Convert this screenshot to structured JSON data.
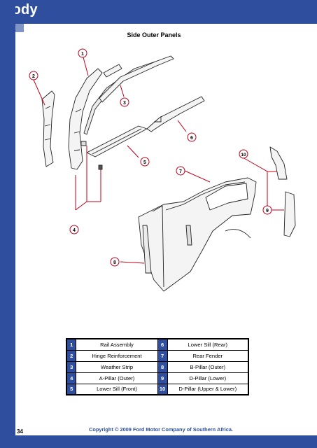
{
  "header": {
    "title": "Body"
  },
  "page_title": "Side Outer Panels",
  "callouts": [
    "1",
    "2",
    "3",
    "4",
    "5",
    "6",
    "7",
    "8",
    "9",
    "10"
  ],
  "parts": [
    {
      "left_num": "1",
      "left_name": "Rail Assembly",
      "right_num": "6",
      "right_name": "Lower Sill (Rear)"
    },
    {
      "left_num": "2",
      "left_name": "Hinge Reinforcement",
      "right_num": "7",
      "right_name": "Rear Fender"
    },
    {
      "left_num": "3",
      "left_name": "Weather Strip",
      "right_num": "8",
      "right_name": "B-Pillar (Outer)"
    },
    {
      "left_num": "4",
      "left_name": "A-Pillar (Outer)",
      "right_num": "9",
      "right_name": "D-Pillar (Lower)"
    },
    {
      "left_num": "5",
      "left_name": "Lower Sill (Front)",
      "right_num": "10",
      "right_name": "D-Pillar (Upper & Lower)"
    }
  ],
  "footer": {
    "page_number": "34",
    "copyright": "Copyright © 2009 Ford Motor Company of Southern Africa."
  },
  "colors": {
    "brand_blue": "#2f4f9e",
    "accent_light": "#7f95c6",
    "callout_line": "#c0001a"
  }
}
